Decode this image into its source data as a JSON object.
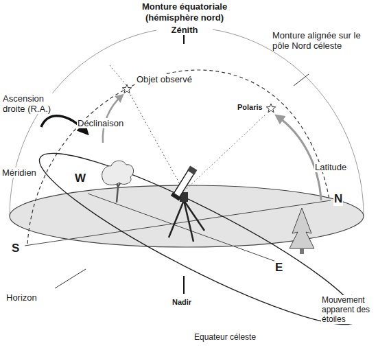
{
  "diagram": {
    "title": "Monture équatoriale (hémisphère nord)",
    "labels": [
      "Zénith",
      "Monture alignée sur le pôle Nord céleste",
      "Objet observé",
      "Ascension droite (R.A.)",
      "Déclinaison",
      "Polaris",
      "Méridien",
      "W",
      "Latitude",
      "N",
      "S",
      "E",
      "Horizon",
      "Nadir",
      "Mouvement apparent des étoiles",
      "Equateur céleste"
    ]
  }
}
